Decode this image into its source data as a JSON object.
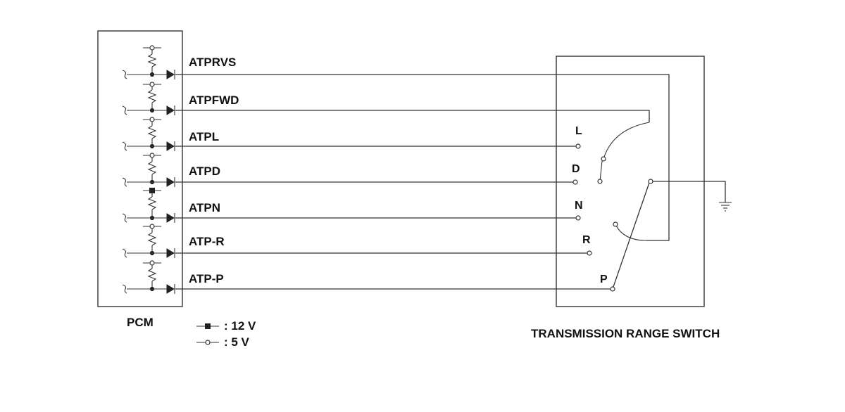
{
  "diagram": {
    "pcm_label": "PCM",
    "switch_label": "TRANSMISSION RANGE SWITCH",
    "signals": [
      {
        "name": "ATPRVS",
        "supply": "5V"
      },
      {
        "name": "ATPFWD",
        "supply": "5V"
      },
      {
        "name": "ATPL",
        "supply": "5V"
      },
      {
        "name": "ATPD",
        "supply": "5V"
      },
      {
        "name": "ATPN",
        "supply": "12V"
      },
      {
        "name": "ATP-R",
        "supply": "5V"
      },
      {
        "name": "ATP-P",
        "supply": "5V"
      }
    ],
    "positions": [
      "L",
      "D",
      "N",
      "R",
      "P"
    ],
    "legend": [
      {
        "symbol": "solid-square",
        "text": ": 12 V"
      },
      {
        "symbol": "open-circle",
        "text": ": 5 V"
      }
    ]
  }
}
